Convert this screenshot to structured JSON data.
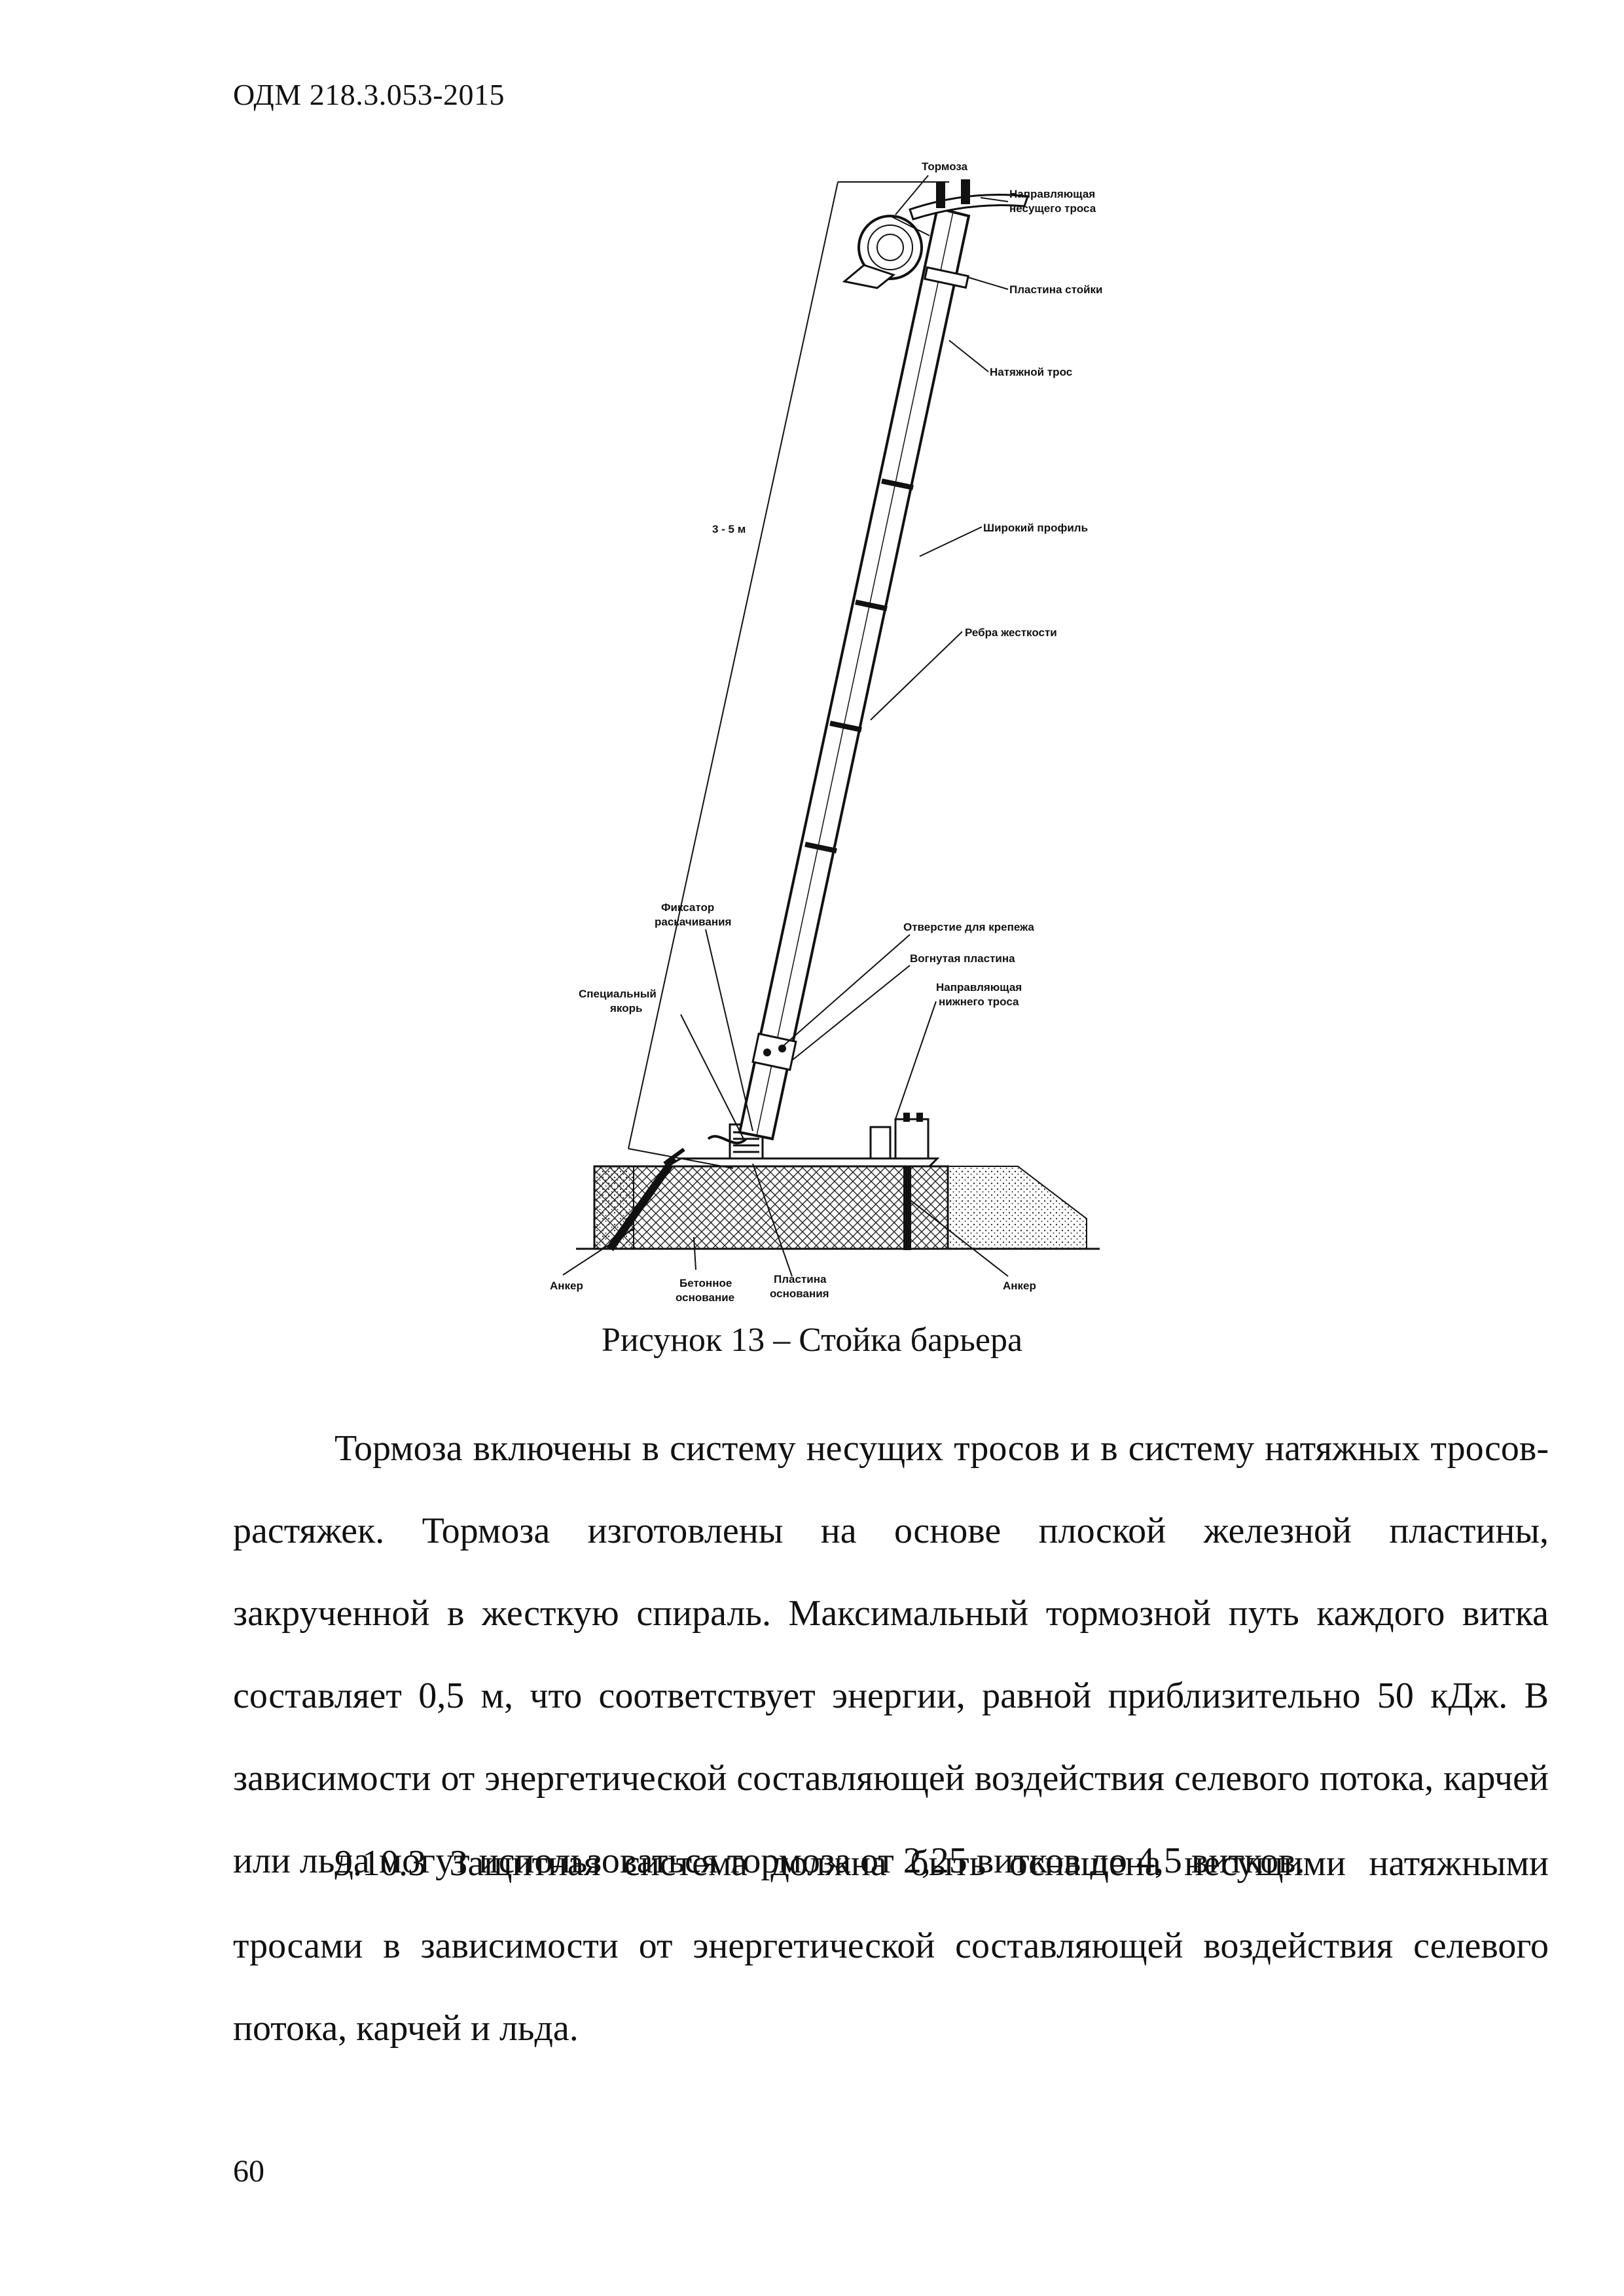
{
  "header": {
    "doc_code": "ОДМ 218.3.053-2015"
  },
  "figure": {
    "labels": {
      "brake": "Тормоза",
      "upper_guide_1": "Направляющая",
      "upper_guide_2": "несущего троса",
      "post_plate": "Пластина стойки",
      "tension_cable": "Натяжной трос",
      "wide_profile": "Широкий профиль",
      "height": "3 - 5 м",
      "ribs": "Ребра жесткости",
      "swing_lock_1": "Фиксатор",
      "swing_lock_2": "раскачивания",
      "special_anchor_1": "Специальный",
      "special_anchor_2": "якорь",
      "mount_hole": "Отверстие для крепежа",
      "bent_plate": "Вогнутая пластина",
      "lower_guide_1": "Направляющая",
      "lower_guide_2": "нижнего троса",
      "anchor_left": "Анкер",
      "concrete_base_1": "Бетонное",
      "concrete_base_2": "основание",
      "base_plate_1": "Пластина",
      "base_plate_2": "основания",
      "anchor_right": "Анкер"
    },
    "caption": "Рисунок 13 – Стойка барьера"
  },
  "paragraphs": [
    "Тормоза включены в систему несущих тросов и в систему натяжных тросов-растяжек. Тормоза изготовлены на основе плоской железной пластины, закрученной в жесткую спираль. Максимальный тормозной путь каждого витка составляет 0,5 м, что соответствует энергии, равной приблизительно 50 кДж. В зависимости от энергетической составляющей воздействия селевого потока, карчей или льда могут использоваться тормоза от 2,25 витков до 4,5 витков.",
    "9.10.3 Защитная система должна быть оснащена несущими натяжными тросами в зависимости от энергетической составляющей воздействия селевого потока, карчей и льда."
  ],
  "page_number": "60"
}
